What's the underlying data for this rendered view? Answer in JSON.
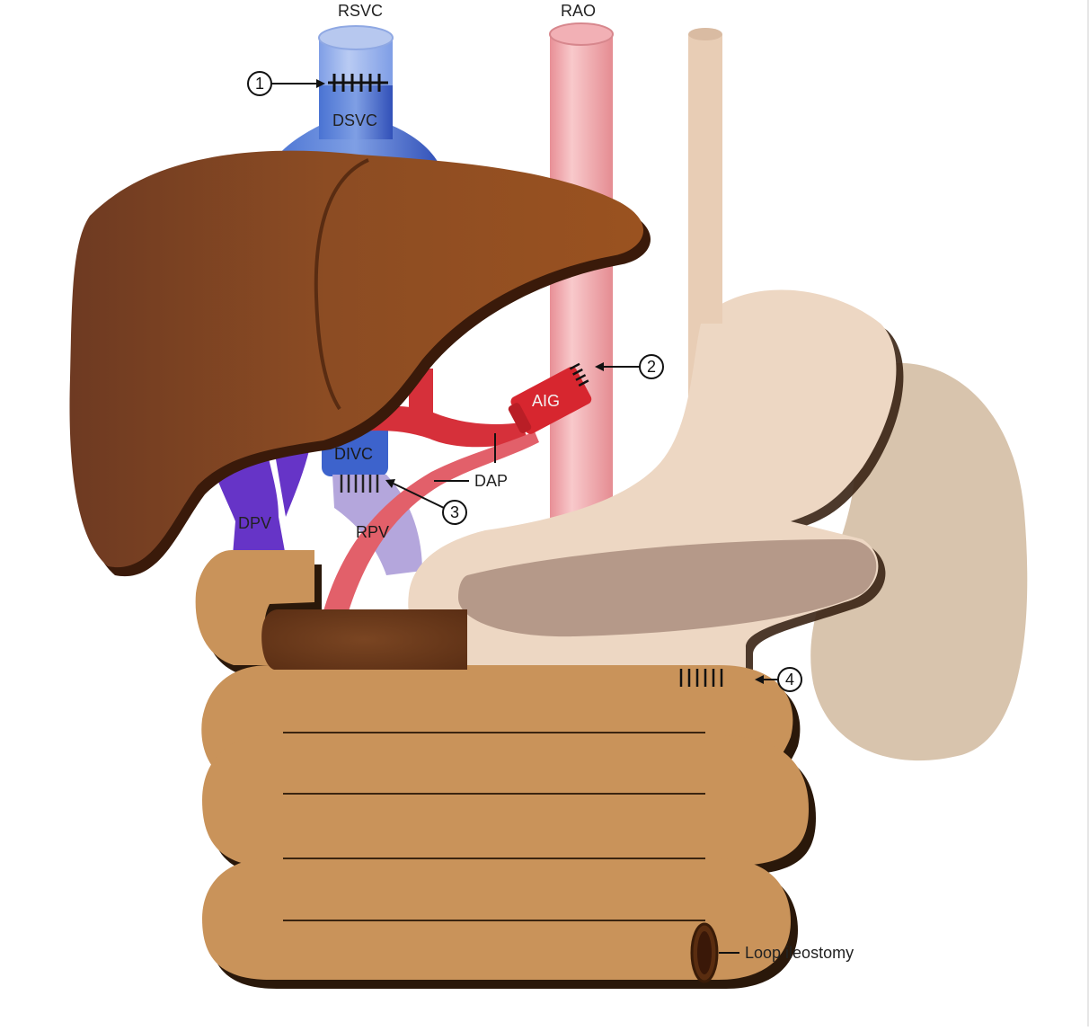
{
  "labels": {
    "rsvc": "RSVC",
    "rao": "RAO",
    "dsvc": "DSVC",
    "aig": "AIG",
    "divc": "DIVC",
    "dap": "DAP",
    "dpv": "DPV",
    "rpv": "RPV",
    "loop_ileostomy": "Loop ileostomy"
  },
  "markers": [
    "1",
    "2",
    "3",
    "4"
  ],
  "colors": {
    "liver": "#8a4a22",
    "vein_blue": "#3b63c9",
    "artery_red": "#d6303a",
    "aorta_pink": "#efa9ad",
    "portal_purple": "#6a35c4",
    "recipient_portal": "#b4a6dc",
    "stomach": "#edd7c3",
    "spleen": "#d8c4ad",
    "pancreas": "#b59989",
    "intestine": "#c9935a",
    "duodenum_dark": "#6b3b1c",
    "esophagus": "#e8cdb5"
  }
}
